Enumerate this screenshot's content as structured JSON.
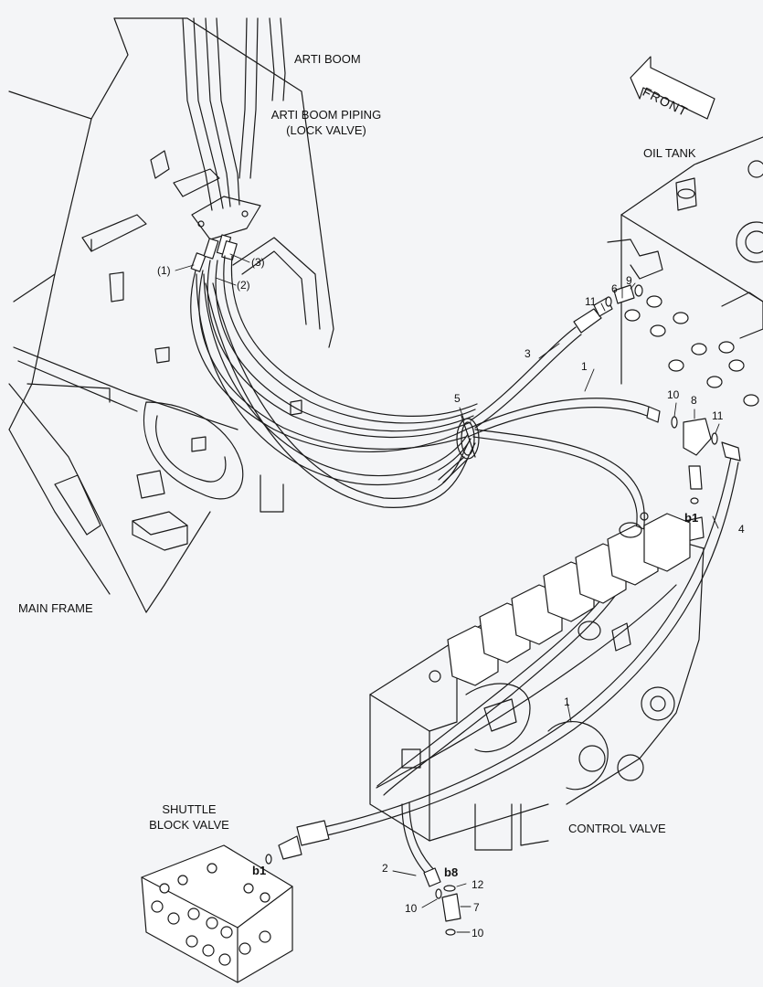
{
  "labels": {
    "arti_boom": "ARTI BOOM",
    "arti_boom_piping_line1": "ARTI BOOM PIPING",
    "arti_boom_piping_line2": "(LOCK VALVE)",
    "oil_tank": "OIL TANK",
    "front": "FRONT",
    "main_frame": "MAIN FRAME",
    "shuttle_line1": "SHUTTLE",
    "shuttle_line2": "BLOCK VALVE",
    "control_valve": "CONTROL VALVE"
  },
  "callouts": {
    "p1": "(1)",
    "p2": "(2)",
    "p3": "(3)",
    "n1a": "1",
    "n1b": "1",
    "n2": "2",
    "n3": "3",
    "n4": "4",
    "n5": "5",
    "n6": "6",
    "n7": "7",
    "n8": "8",
    "n9": "9",
    "n10a": "10",
    "n10b": "10",
    "n10c": "10",
    "n11a": "11",
    "n11b": "11",
    "n12": "12",
    "b1a": "b1",
    "b1b": "b1",
    "b8": "b8"
  },
  "colors": {
    "line": "#1a1a1a",
    "background": "#f4f5f7",
    "part_fill": "#ffffff"
  }
}
